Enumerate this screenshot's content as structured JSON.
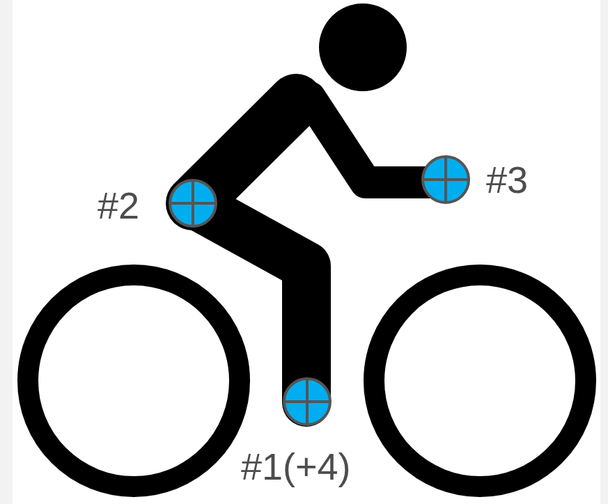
{
  "diagram": {
    "labels": [
      "#2",
      "#3",
      "#1(+4)"
    ]
  }
}
